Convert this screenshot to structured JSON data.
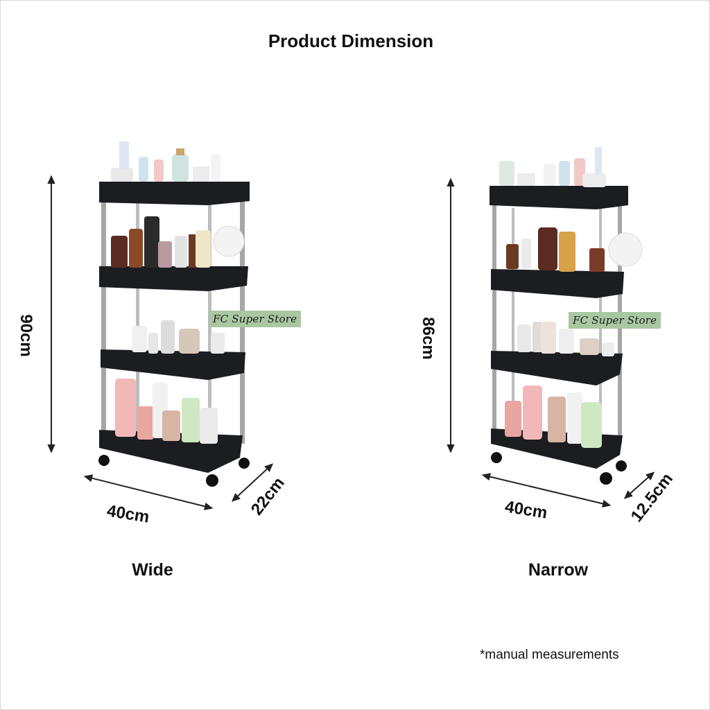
{
  "title": "Product Dimension",
  "watermark": "FC Super Store",
  "footnote": "*manual measurements",
  "variants": {
    "wide": {
      "label": "Wide",
      "height": "90cm",
      "width": "40cm",
      "depth": "22cm"
    },
    "narrow": {
      "label": "Narrow",
      "height": "86cm",
      "width": "40cm",
      "depth": "12.5cm"
    }
  },
  "colors": {
    "shelf": "#1c1d21",
    "pole": "#a9a9a9",
    "watermark_bg": "#a9c7a1",
    "arrow": "#222222"
  }
}
